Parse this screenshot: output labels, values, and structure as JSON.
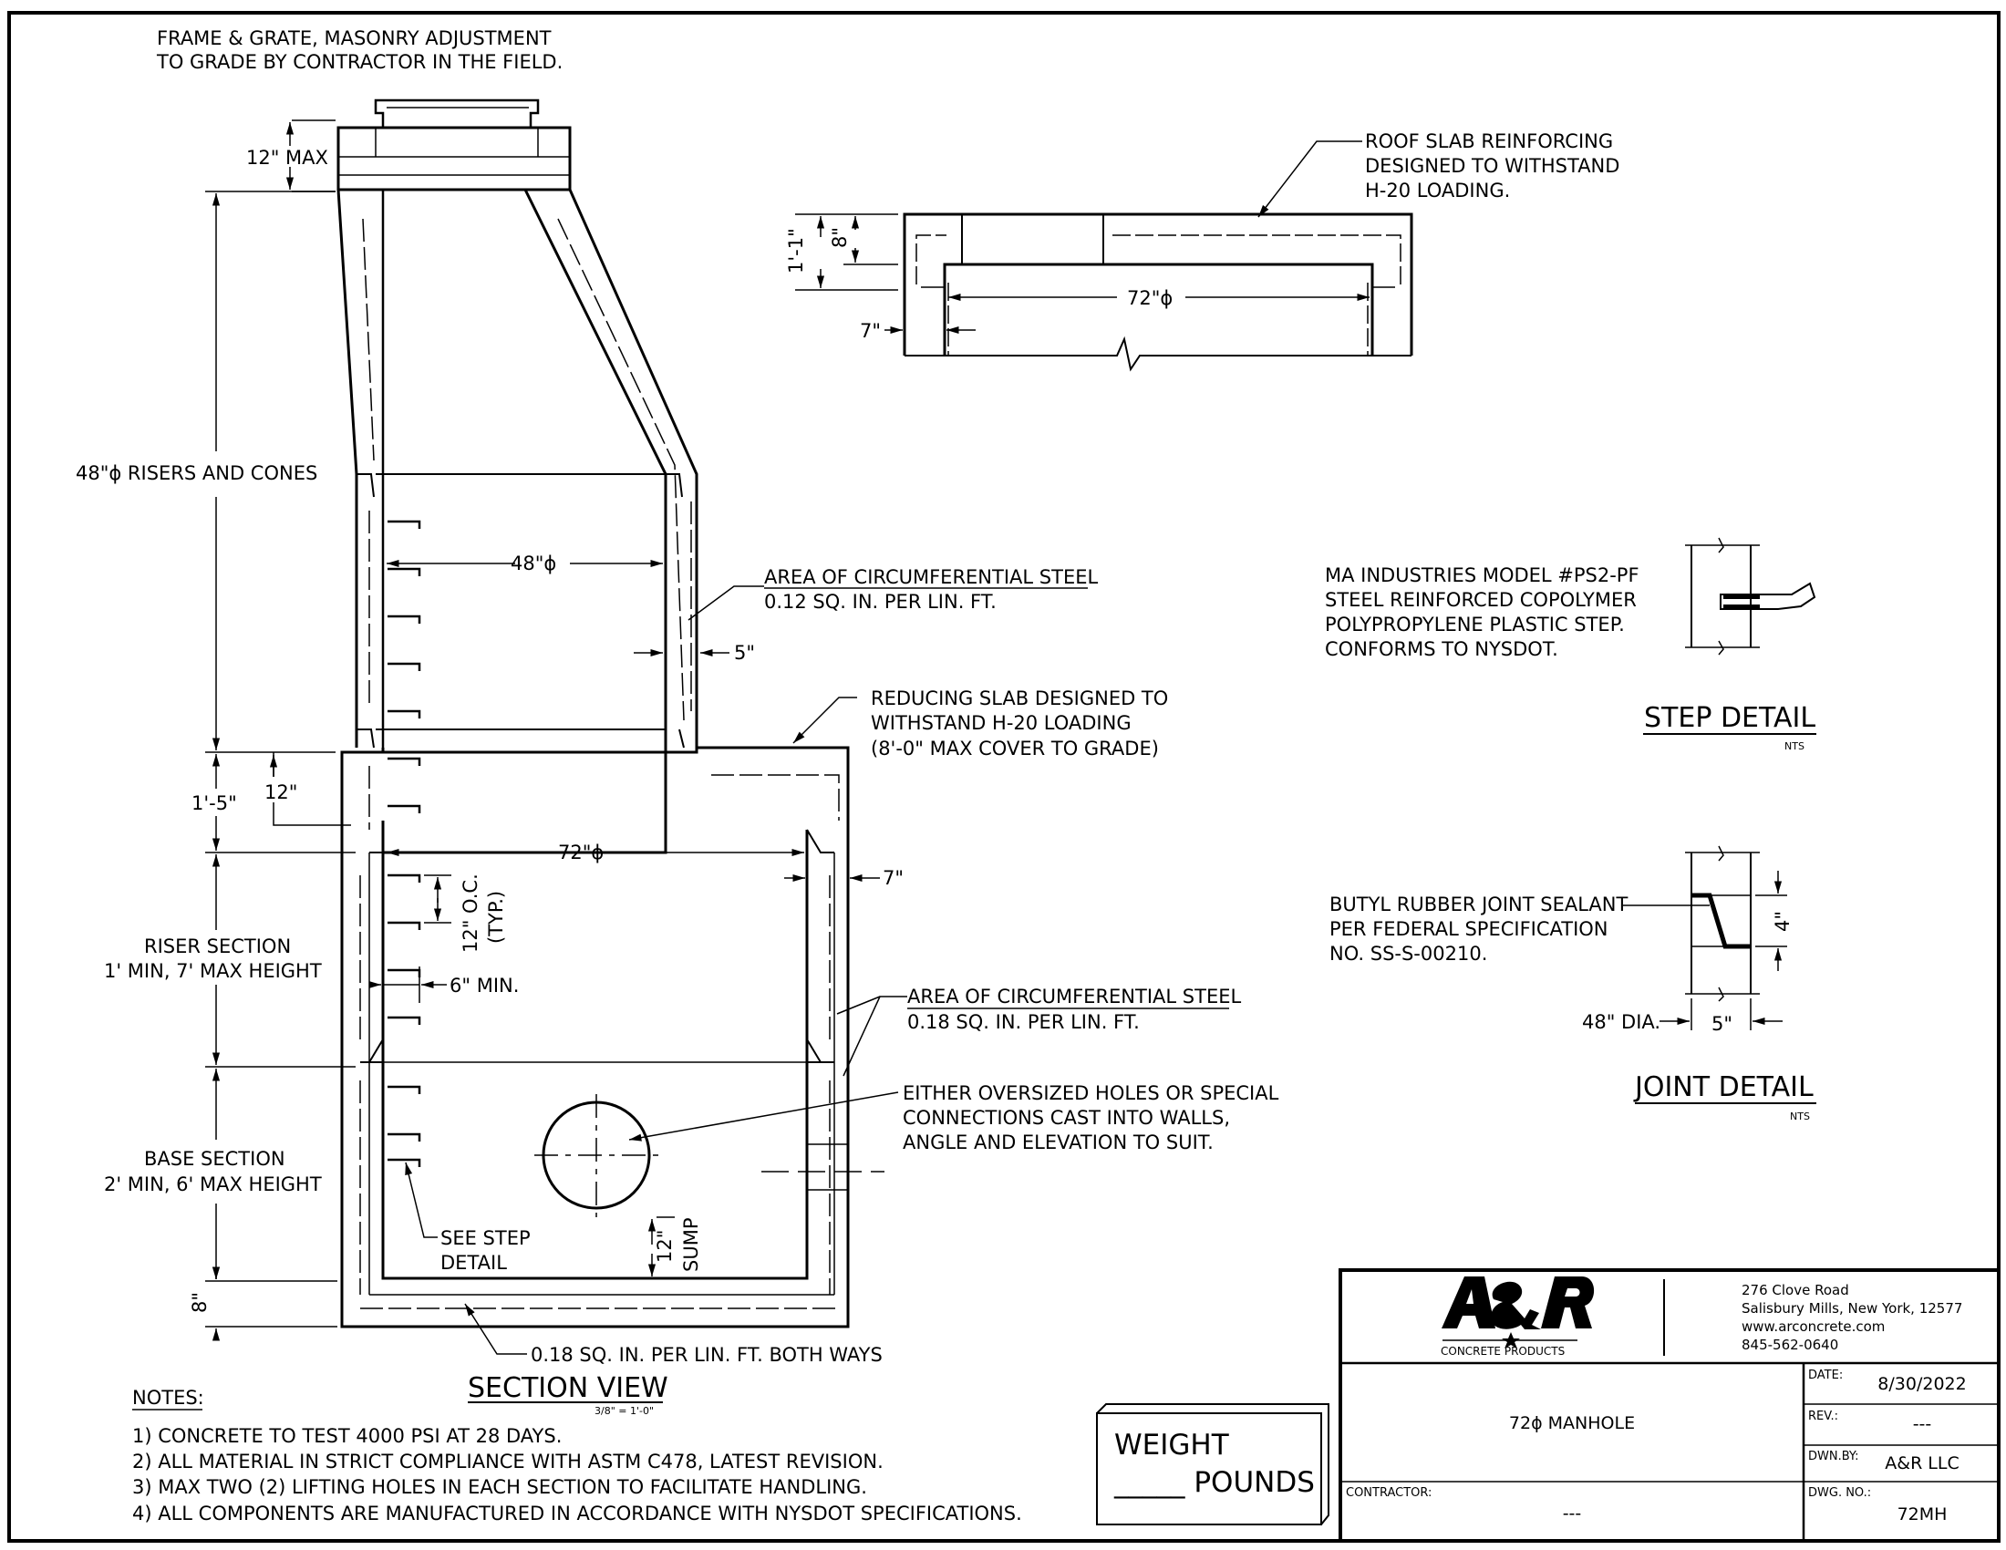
{
  "notes": {
    "frame_grate": [
      "FRAME & GRATE, MASONRY ADJUSTMENT",
      "TO GRADE BY CONTRACTOR IN THE FIELD."
    ],
    "dim_12_max": "12\" MAX",
    "risers_cones": "48\"ϕ RISERS AND CONES",
    "dim_48_dia": "48\"ϕ",
    "circ_steel_top": [
      "AREA OF CIRCUMFERENTIAL STEEL",
      "0.12 SQ. IN. PER LIN. FT."
    ],
    "dim_5": "5\"",
    "reducing_slab": [
      "REDUCING SLAB DESIGNED TO",
      "WITHSTAND   H-20   LOADING",
      "(8'-0\" MAX COVER TO GRADE)"
    ],
    "dim_1_5": "1'-5\"",
    "dim_12": "12\"",
    "dim_72_dia": "72\"ϕ",
    "dim_7": "7\"",
    "oc_12": "12\" O.C.",
    "typ": "(TYP.)",
    "riser_section": [
      "RISER SECTION",
      "1' MIN, 7' MAX HEIGHT"
    ],
    "min_6": "6\" MIN.",
    "circ_steel_bottom": [
      "AREA OF CIRCUMFERENTIAL STEEL",
      "0.18 SQ. IN. PER LIN. FT."
    ],
    "oversized_holes": [
      "EITHER OVERSIZED HOLES OR SPECIAL",
      "CONNECTIONS   CAST   INTO  WALLS,",
      "ANGLE AND ELEVATION TO SUIT."
    ],
    "base_section": [
      "BASE SECTION",
      "2' MIN, 6' MAX HEIGHT"
    ],
    "see_step": [
      "SEE STEP",
      "DETAIL"
    ],
    "sump_12": "12\"",
    "sump": "SUMP",
    "dim_8": "8\"",
    "base_steel": "0.18 SQ. IN. PER LIN. FT. BOTH WAYS",
    "section_view": "SECTION VIEW",
    "section_scale": "3/8\" = 1'-0\"",
    "roof_slab": [
      "ROOF  SLAB  REINFORCING",
      "DESIGNED  TO  WITHSTAND",
      "H-20 LOADING."
    ],
    "roof_1_1": "1'-1\"",
    "roof_8": "8\"",
    "roof_72": "72\"ϕ",
    "roof_7": "7\"",
    "step_text": [
      "MA INDUSTRIES MODEL #PS2-PF",
      "STEEL REINFORCED COPOLYMER",
      "POLYPROPYLENE PLASTIC STEP.",
      "CONFORMS TO NYSDOT."
    ],
    "step_detail": "STEP DETAIL",
    "step_nts": "NTS",
    "butyl": [
      "BUTYL RUBBER JOINT SEALANT",
      "PER   FEDERAL   SPECIFICATION",
      "NO. SS-S-00210."
    ],
    "joint_4": "4\"",
    "joint_48": "48\" DIA.",
    "joint_5": "5\"",
    "joint_detail": "JOINT DETAIL",
    "joint_nts": "NTS"
  },
  "general_notes": {
    "heading": "NOTES:",
    "items": [
      "1)  CONCRETE TO TEST 4000 PSI AT 28 DAYS.",
      "2)  ALL MATERIAL IN STRICT COMPLIANCE WITH ASTM C478, LATEST REVISION.",
      "3)  MAX TWO (2) LIFTING HOLES IN EACH SECTION TO FACILITATE HANDLING.",
      "4)  ALL COMPONENTS ARE MANUFACTURED IN ACCORDANCE WITH NYSDOT SPECIFICATIONS."
    ]
  },
  "weight": {
    "label": "WEIGHT",
    "pounds": "_____ POUNDS"
  },
  "title_block": {
    "logo": "A&R",
    "logo_sub": "CONCRETE PRODUCTS",
    "address": [
      "276 Clove Road",
      "Salisbury Mills, New York, 12577",
      "www.arconcrete.com",
      "845-562-0640"
    ],
    "drawing_title": "72ϕ MANHOLE",
    "contractor_label": "CONTRACTOR:",
    "contractor_value": "---",
    "date_label": "DATE:",
    "date_value": "8/30/2022",
    "rev_label": "REV.:",
    "rev_value": "---",
    "dwn_label": "DWN.BY:",
    "dwn_value": "A&R LLC",
    "dwg_label": "DWG. NO.:",
    "dwg_value": "72MH"
  }
}
